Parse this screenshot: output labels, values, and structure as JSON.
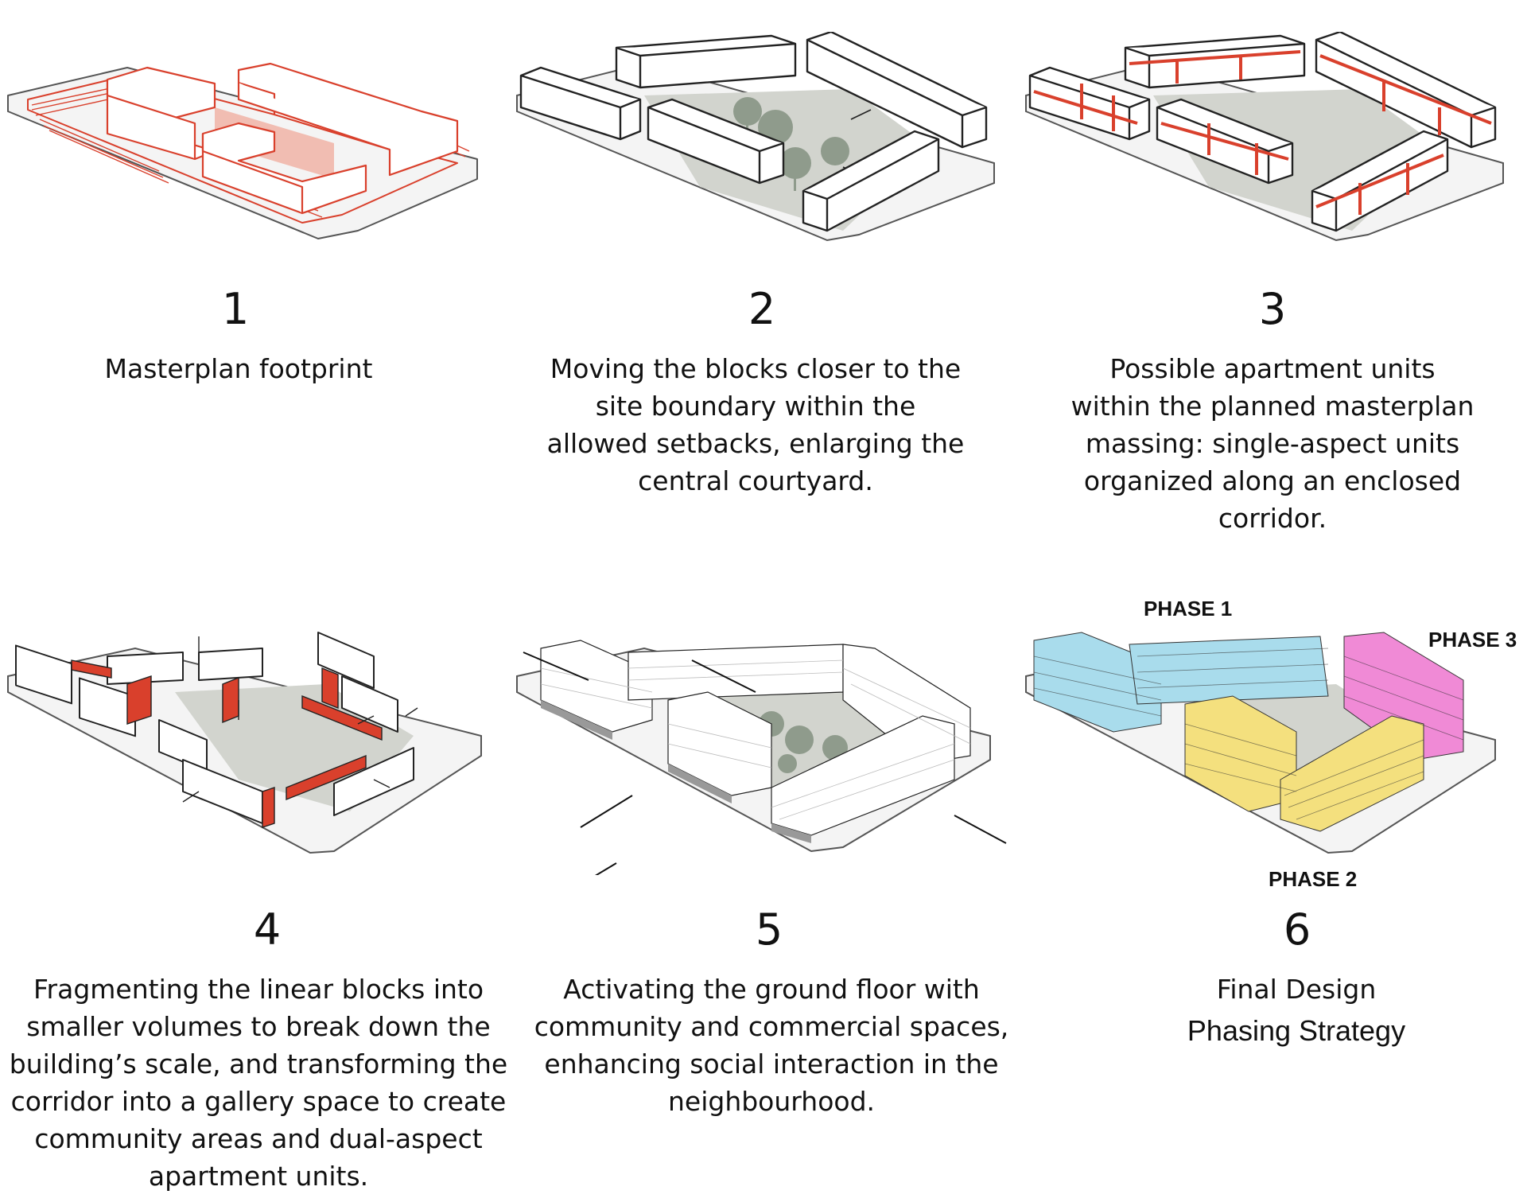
{
  "panels": [
    {
      "number": "1",
      "caption": "Masterplan footprint"
    },
    {
      "number": "2",
      "caption": "Moving the blocks closer to the\nsite boundary within the\nallowed setbacks, enlarging the\ncentral courtyard."
    },
    {
      "number": "3",
      "caption": "Possible apartment units\nwithin the planned masterplan\nmassing: single-aspect units\norganized along an enclosed\ncorridor."
    },
    {
      "number": "4",
      "caption": "Fragmenting the linear blocks into\nsmaller volumes to break down the\nbuilding’s scale, and transforming the\ncorridor into a gallery space to create\ncommunity areas and dual-aspect\napartment units."
    },
    {
      "number": "5",
      "caption": "Activating the ground floor with\ncommunity and commercial spaces,\nenhancing social interaction in the\nneighbourhood."
    },
    {
      "number": "6",
      "caption": "Final Design",
      "caption_line2": "Phasing Strategy"
    }
  ],
  "phases": {
    "p1": "PHASE 1",
    "p2": "PHASE 2",
    "p3": "PHASE 3"
  },
  "colors": {
    "red": "#d9402c",
    "courtyard": "#d2d4ce",
    "tree": "#8f9b8c",
    "phase1": "#a9dcec",
    "phase2": "#f4e07e",
    "phase3": "#f08ad6",
    "outline": "#222222"
  }
}
